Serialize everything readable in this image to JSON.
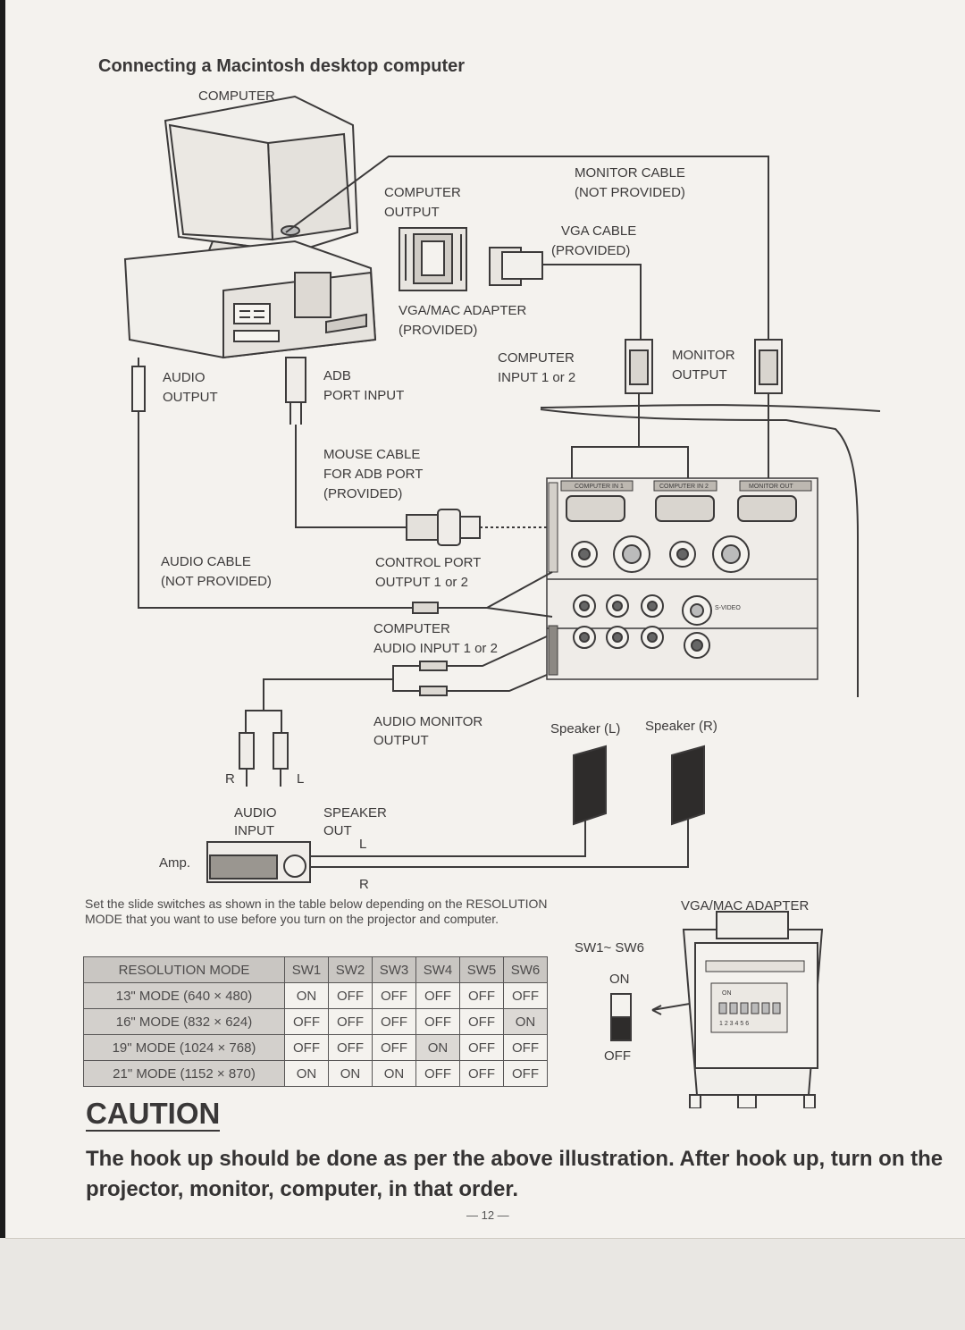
{
  "title": "Connecting a Macintosh desktop computer",
  "labels": {
    "computer": "COMPUTER",
    "monitor_cable_1": "MONITOR CABLE",
    "monitor_cable_2": "(NOT PROVIDED)",
    "computer_output_1": "COMPUTER",
    "computer_output_2": "OUTPUT",
    "vga_cable_1": "VGA CABLE",
    "vga_cable_2": "(PROVIDED)",
    "vga_mac_adapter_1": "VGA/MAC ADAPTER",
    "vga_mac_adapter_2": "(PROVIDED)",
    "computer_input_1": "COMPUTER",
    "computer_input_2": "INPUT 1 or 2",
    "monitor_output_1": "MONITOR",
    "monitor_output_2": "OUTPUT",
    "audio_output_1": "AUDIO",
    "audio_output_2": "OUTPUT",
    "adb_1": "ADB",
    "adb_2": "PORT INPUT",
    "mouse_cable_1": "MOUSE CABLE",
    "mouse_cable_2": "FOR ADB PORT",
    "mouse_cable_3": "(PROVIDED)",
    "audio_cable_1": "AUDIO CABLE",
    "audio_cable_2": "(NOT PROVIDED)",
    "control_port_1": "CONTROL PORT",
    "control_port_2": "OUTPUT 1 or 2",
    "computer_audio_1": "COMPUTER",
    "computer_audio_2": "AUDIO INPUT 1 or 2",
    "audio_monitor_1": "AUDIO MONITOR",
    "audio_monitor_2": "OUTPUT",
    "speaker_l": "Speaker (L)",
    "speaker_r": "Speaker (R)",
    "r": "R",
    "l": "L",
    "audio_input_1": "AUDIO",
    "audio_input_2": "INPUT",
    "speaker_out_1": "SPEAKER",
    "speaker_out_2": "OUT",
    "speaker_out_l": "L",
    "speaker_out_r": "R",
    "amp": "Amp.",
    "vga_mac_adapter": "VGA/MAC ADAPTER",
    "sw_range": "SW1~ SW6",
    "on": "ON",
    "off": "OFF",
    "dip_on": "ON",
    "dip_numbers": "1 2 3 4 5 6",
    "panel_computer_in1": "COMPUTER IN 1",
    "panel_computer_in2": "COMPUTER IN 2",
    "panel_monitor_out": "MONITOR OUT",
    "panel_svideo": "S-VIDEO"
  },
  "note": "Set the slide switches as shown in the table below depending on the RESOLUTION MODE that you want to use before you turn on the projector and computer.",
  "table": {
    "headers": [
      "RESOLUTION MODE",
      "SW1",
      "SW2",
      "SW3",
      "SW4",
      "SW5",
      "SW6"
    ],
    "rows": [
      [
        "13\" MODE (640 × 480)",
        "ON",
        "OFF",
        "OFF",
        "OFF",
        "OFF",
        "OFF"
      ],
      [
        "16\" MODE (832 × 624)",
        "OFF",
        "OFF",
        "OFF",
        "OFF",
        "OFF",
        "ON"
      ],
      [
        "19\" MODE (1024 × 768)",
        "OFF",
        "OFF",
        "OFF",
        "ON",
        "OFF",
        "OFF"
      ],
      [
        "21\" MODE (1152 × 870)",
        "ON",
        "ON",
        "ON",
        "OFF",
        "OFF",
        "OFF"
      ]
    ]
  },
  "caution": "CAUTION",
  "caution_text": "The hook up should be done as per the above illustration. After hook up, turn on the projector, monitor, computer, in that order.",
  "page_number": "— 12 —"
}
